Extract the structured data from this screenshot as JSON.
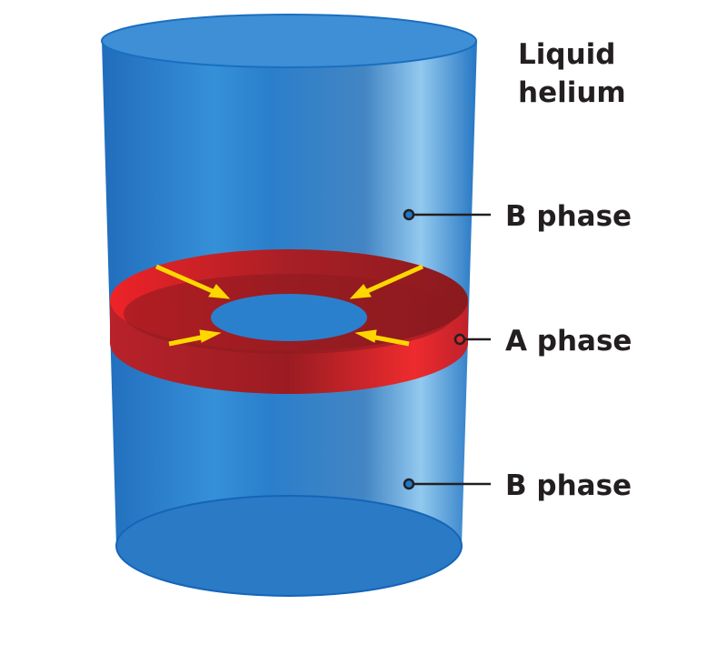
{
  "title_lines": [
    "Liquid",
    "helium"
  ],
  "labels": {
    "upper": "B phase",
    "middle": "A phase",
    "lower": "B phase"
  },
  "colors": {
    "helium_blue": "#1f78c8",
    "a_phase_red": "#c0222a",
    "arrow_yellow": "#ffd700",
    "text": "#231f20"
  }
}
